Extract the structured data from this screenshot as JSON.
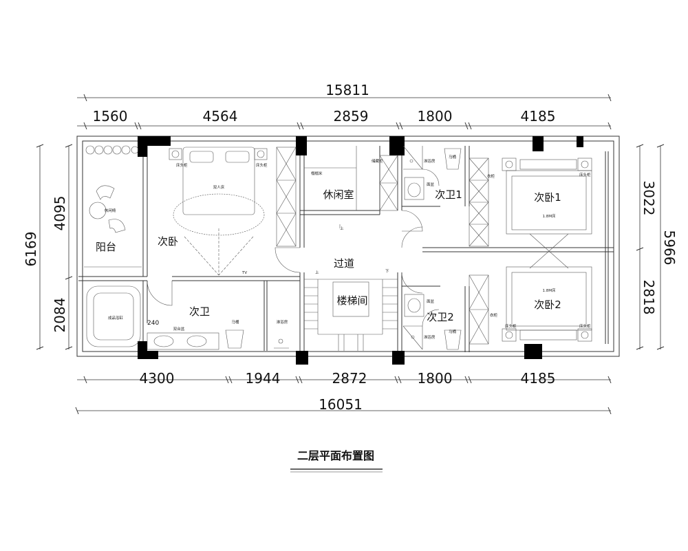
{
  "title": "二层平面布置图",
  "dims": {
    "top_total": "15811",
    "top": [
      "1560",
      "4564",
      "2859",
      "1800",
      "4185"
    ],
    "bottom": [
      "4300",
      "1944",
      "2872",
      "1800",
      "4185"
    ],
    "bottom_total": "16051",
    "left_total": "6169",
    "left": [
      "4095",
      "2084"
    ],
    "right": [
      "3022",
      "2818"
    ],
    "right_total": "5966",
    "small": "240"
  },
  "rooms": {
    "balcony": "阳台",
    "second_bedroom_left": "次卧",
    "second_bath_left": "次卫",
    "lounge": "休闲室",
    "corridor": "过道",
    "stairwell": "楼梯间",
    "bath1": "次卫1",
    "bath2": "次卫2",
    "bedroom1": "次卧1",
    "bedroom2": "次卧2"
  },
  "labels": {
    "lounge_chair": "休闲椅",
    "bathtub": "成品浴缸",
    "double_basin": "双台盆",
    "toilet": "马桶",
    "shower": "淋浴房",
    "nightstand": "床头柜",
    "double_bed": "双人床",
    "tv": "TV",
    "tatami": "榻榻米",
    "storage_cabinet": "储藏柜",
    "basin": "面盆",
    "wardrobe": "衣柜",
    "bed_18": "1.8M床",
    "up": "上",
    "down": "下"
  }
}
